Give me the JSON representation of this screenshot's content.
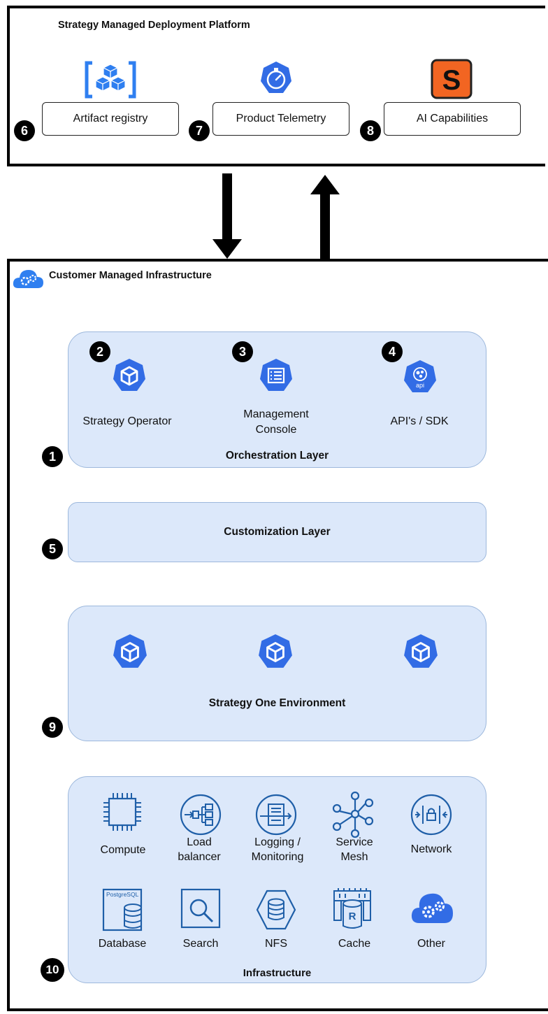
{
  "platform": {
    "title": "Strategy Managed Deployment Platform",
    "services": [
      {
        "badge": "6",
        "label": "Artifact registry",
        "icon": "artifact-registry-icon"
      },
      {
        "badge": "7",
        "label": "Product Telemetry",
        "icon": "telemetry-gauge-icon"
      },
      {
        "badge": "8",
        "label": "AI Capabilities",
        "icon": "ai-s-logo-icon"
      }
    ]
  },
  "customer": {
    "title": "Customer Managed Infrastructure",
    "orchestration": {
      "badge": "1",
      "title": "Orchestration Layer",
      "items": [
        {
          "badge": "2",
          "label": "Strategy Operator"
        },
        {
          "badge": "3",
          "label_line1": "Management",
          "label_line2": "Console"
        },
        {
          "badge": "4",
          "label": "API's / SDK",
          "api_text": "api"
        }
      ]
    },
    "customization": {
      "badge": "5",
      "title": "Customization Layer"
    },
    "environment": {
      "badge": "9",
      "title": "Strategy One Environment"
    },
    "infrastructure": {
      "badge": "10",
      "title": "Infrastructure",
      "row1": [
        {
          "line1": "Compute",
          "line2": ""
        },
        {
          "line1": "Load",
          "line2": "balancer"
        },
        {
          "line1": "Logging /",
          "line2": "Monitoring"
        },
        {
          "line1": "Service",
          "line2": "Mesh"
        },
        {
          "line1": "Network",
          "line2": ""
        }
      ],
      "row2": [
        "Database",
        "Search",
        "NFS",
        "Cache",
        "Other"
      ],
      "postgres_text": "PostgreSQL",
      "redis_text": "R"
    }
  },
  "colors": {
    "k8s_blue": "#326ce5",
    "azure_blue": "#2f7ff0",
    "layer_fill": "#dce8fa",
    "infra_stroke": "#1f5fa8",
    "ai_orange": "#f26522"
  }
}
